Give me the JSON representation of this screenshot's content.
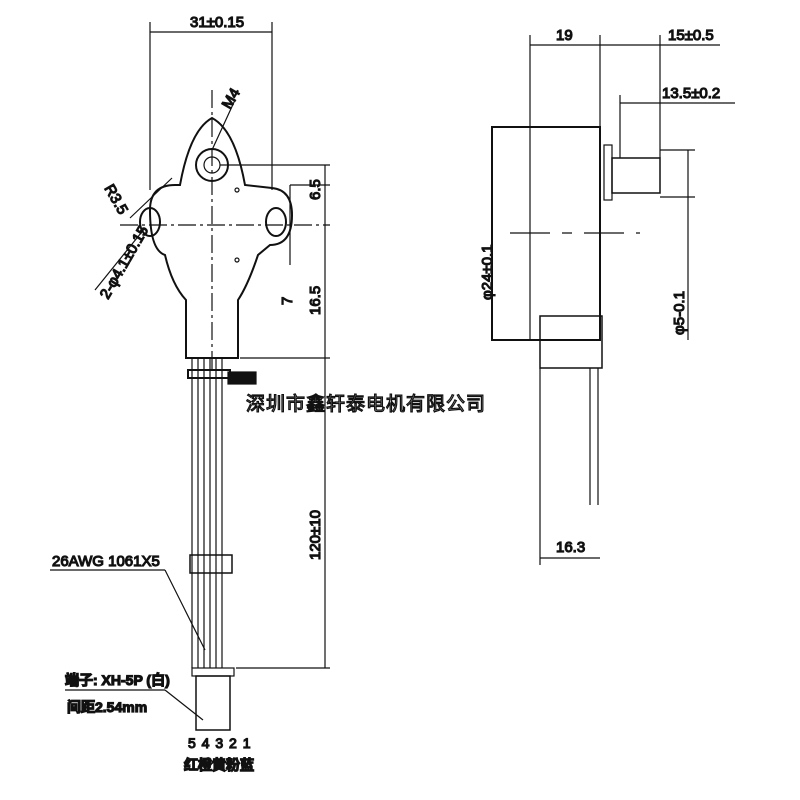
{
  "front_view": {
    "width_dim": "31±0.15",
    "thread": "M4",
    "radius": "R3.5",
    "holes": "2-φ4.1±0.15",
    "dim_top": "6.5",
    "dim_mid": "16.5",
    "dim_seven": "7",
    "lead_length": "120±10",
    "wire_spec": "26AWG 1061X5",
    "connector": "端子: XH-5P (白)",
    "pitch": "间距2.54mm",
    "pin_numbers": "5 4 3 2 1",
    "wire_colors": "红橙黄粉蓝"
  },
  "side_view": {
    "depth": "19",
    "shaft_len": "15±0.5",
    "shaft_flat": "13.5±0.2",
    "diameter": "φ24±0.1",
    "shaft_dia": "φ5-0.1",
    "bottom_dim": "16.3"
  },
  "watermark": "深圳市鑫轩泰电机有限公司"
}
